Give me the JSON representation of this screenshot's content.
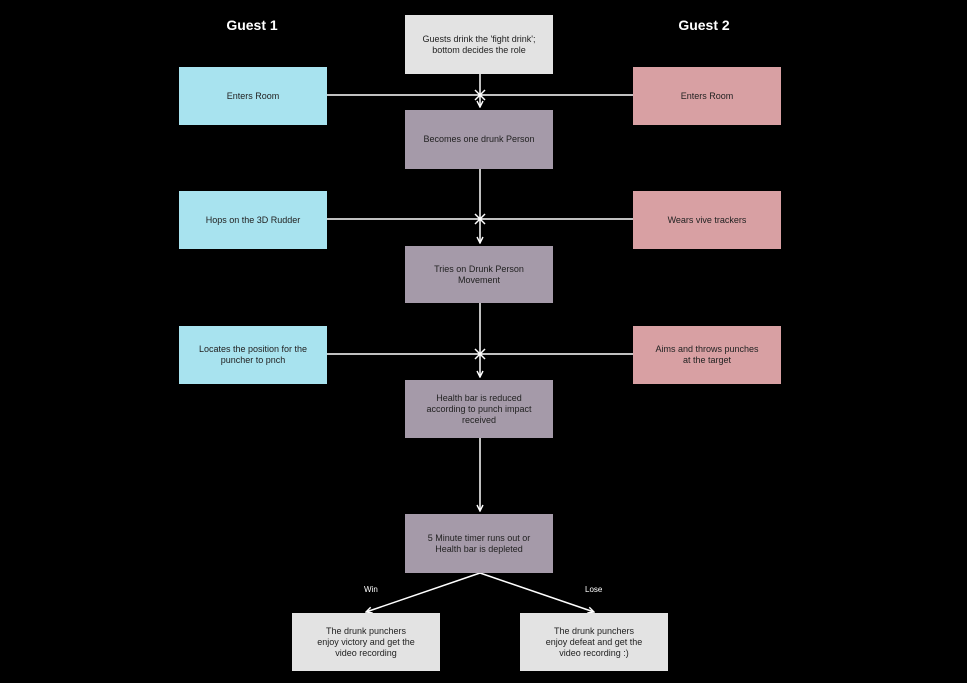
{
  "headers": {
    "guest1": "Guest 1",
    "guest2": "Guest 2"
  },
  "colors": {
    "background": "#000000",
    "guest1_node": "#a8e3ef",
    "guest2_node": "#d8a0a3",
    "center_node": "#a59aa9",
    "start_end_node": "#e3e3e3",
    "connector": "#ffffff"
  },
  "nodes": {
    "start": "Guests drink the 'fight drink';\nbottom decides the role",
    "g1_enter": "Enters Room",
    "g2_enter": "Enters Room",
    "become_drunk": "Becomes one drunk Person",
    "g1_rudder": "Hops on the 3D Rudder",
    "g2_trackers": "Wears vive trackers",
    "tries_movement": "Tries on Drunk Person\nMovement",
    "g1_locates": "Locates the position for the\npuncher to pnch",
    "g2_aims": "Aims and throws punches\nat the target",
    "health_reduced": "Health bar is reduced\naccording to punch impact\nreceived",
    "timer": "5 Minute timer runs out or\nHealth bar is depleted",
    "win_result": "The drunk punchers\nenjoy victory and get the\nvideo recording",
    "lose_result": "The drunk punchers\nenjoy defeat and get the\nvideo recording :)"
  },
  "edge_labels": {
    "win": "Win",
    "lose": "Lose"
  }
}
